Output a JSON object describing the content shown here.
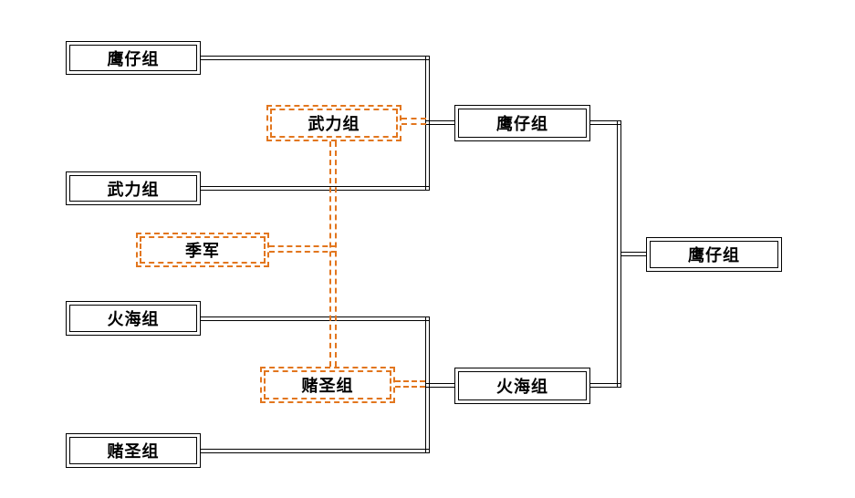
{
  "diagram": {
    "type": "tournament-bracket",
    "colors": {
      "line": "#000000",
      "highlight_dashed": "#E2761E",
      "background": "#FFFFFF",
      "text": "#000000"
    },
    "round1": [
      {
        "label": "鹰仔组"
      },
      {
        "label": "武力组"
      },
      {
        "label": "火海组"
      },
      {
        "label": "赌圣组"
      }
    ],
    "consolation": {
      "semifinal_loser_top": {
        "label": "武力组"
      },
      "third_place": {
        "label": "季军"
      },
      "semifinal_loser_bottom": {
        "label": "赌圣组"
      }
    },
    "round2": [
      {
        "label": "鹰仔组"
      },
      {
        "label": "火海组"
      }
    ],
    "champion": {
      "label": "鹰仔组"
    }
  }
}
